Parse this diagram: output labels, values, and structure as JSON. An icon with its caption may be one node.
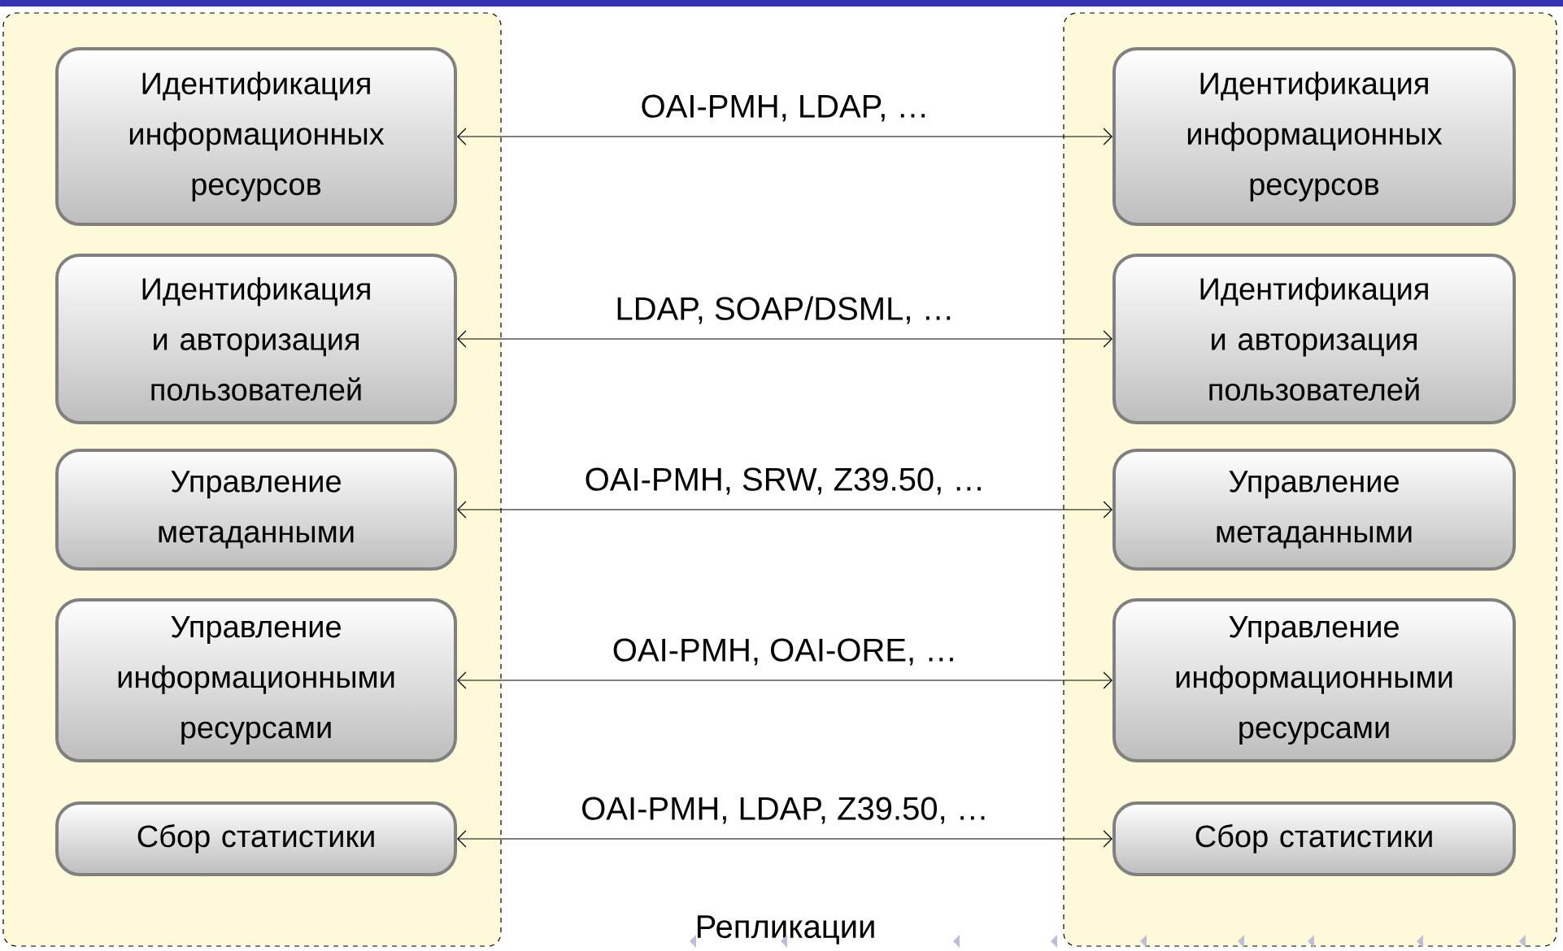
{
  "diagram": {
    "nodes": [
      {
        "text": [],
        "shape": "box"
      },
      {
        "text": [
          "Идентификация информационных ресурсов"
        ],
        "in": 0
      },
      {
        "text": [
          "Идентификация и авторизация пользователей"
        ],
        "in": 0
      },
      {
        "text": [
          "Управление метаданными"
        ],
        "in": 0
      },
      {
        "text": [
          "Управление информационными ресурсами"
        ],
        "in": 0
      },
      {
        "text": [
          "Сбор статистики"
        ],
        "in": 0
      },
      {
        "text": [],
        "shape": "box"
      },
      {
        "text": [
          "Идентификация информационных ресурсов"
        ],
        "in": 6
      },
      {
        "text": [
          "Идентификация и авторизация пользователей"
        ],
        "in": 6
      },
      {
        "text": [
          "Управление метаданными"
        ],
        "in": 6
      },
      {
        "text": [
          "Управление информационными ресурсами"
        ],
        "in": 6
      },
      {
        "text": [
          "Сбор статистики"
        ],
        "in": 6
      }
    ],
    "edges": [
      {
        "from": 1,
        "to": 7,
        "arrow": "both",
        "label": "OAI-PMH, LDAP, …"
      },
      {
        "from": 2,
        "to": 8,
        "arrow": "both",
        "label": "LDAP, SOAP/DSML, …"
      },
      {
        "from": 3,
        "to": 9,
        "arrow": "both",
        "label": "OAI-PMH, SRW, Z39.50, …"
      },
      {
        "from": 4,
        "to": 10,
        "arrow": "both",
        "label": "OAI-PMH, OAI-ORE, …"
      },
      {
        "from": 5,
        "to": 11,
        "arrow": "both",
        "label": "OAI-PMH, LDAP, Z39.50, …"
      }
    ],
    "labels": [
      "Репликации"
    ]
  }
}
